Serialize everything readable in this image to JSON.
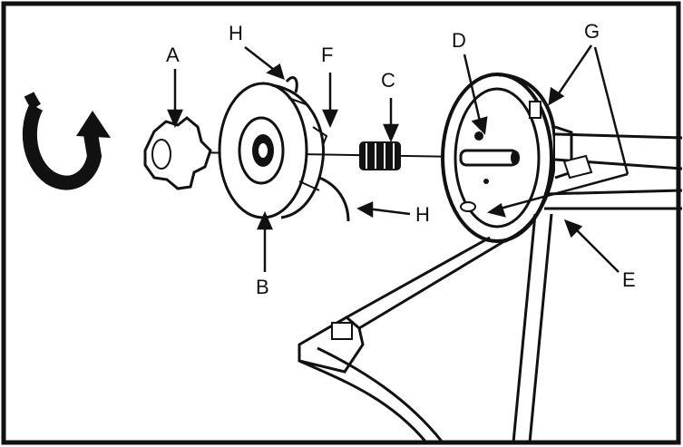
{
  "labels": {
    "a": "A",
    "b": "B",
    "c": "C",
    "d": "D",
    "e": "E",
    "f": "F",
    "g": "G",
    "h_top": "H",
    "h_bottom": "H"
  }
}
